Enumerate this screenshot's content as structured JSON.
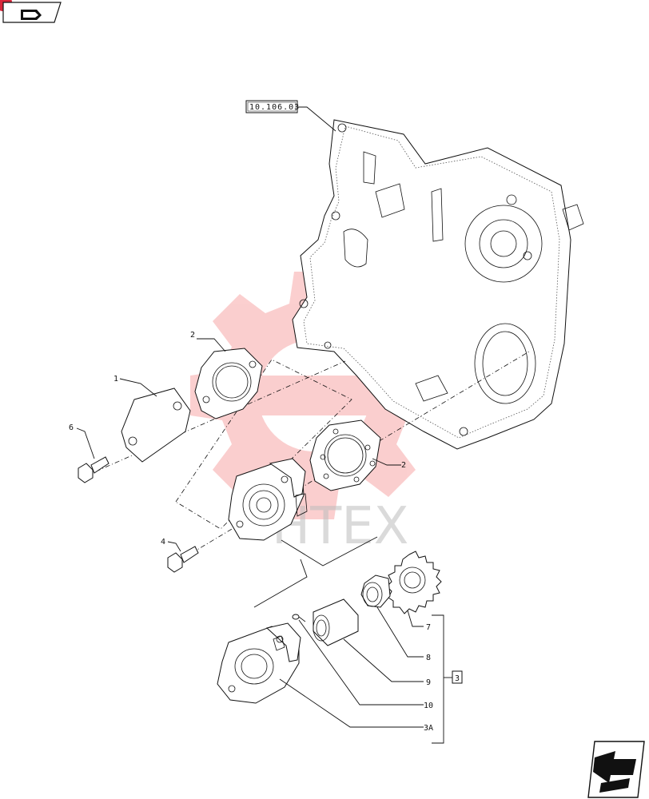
{
  "reference_box": "10.106.03",
  "group_label": "3",
  "watermark_text": "HTEX",
  "callouts": {
    "c1": "1",
    "c2a": "2",
    "c2b": "2",
    "c3": "3",
    "c3a": "3A",
    "c4": "4",
    "c6": "6",
    "c7": "7",
    "c8": "8",
    "c9": "9",
    "c10": "10"
  },
  "icons": {
    "top_left": "book-arrow-icon",
    "bottom_right": "next-page-arrow-icon"
  },
  "colors": {
    "line": "#111111",
    "watermark_red": "#f26a6a",
    "corner_badge": "#d9273b"
  }
}
